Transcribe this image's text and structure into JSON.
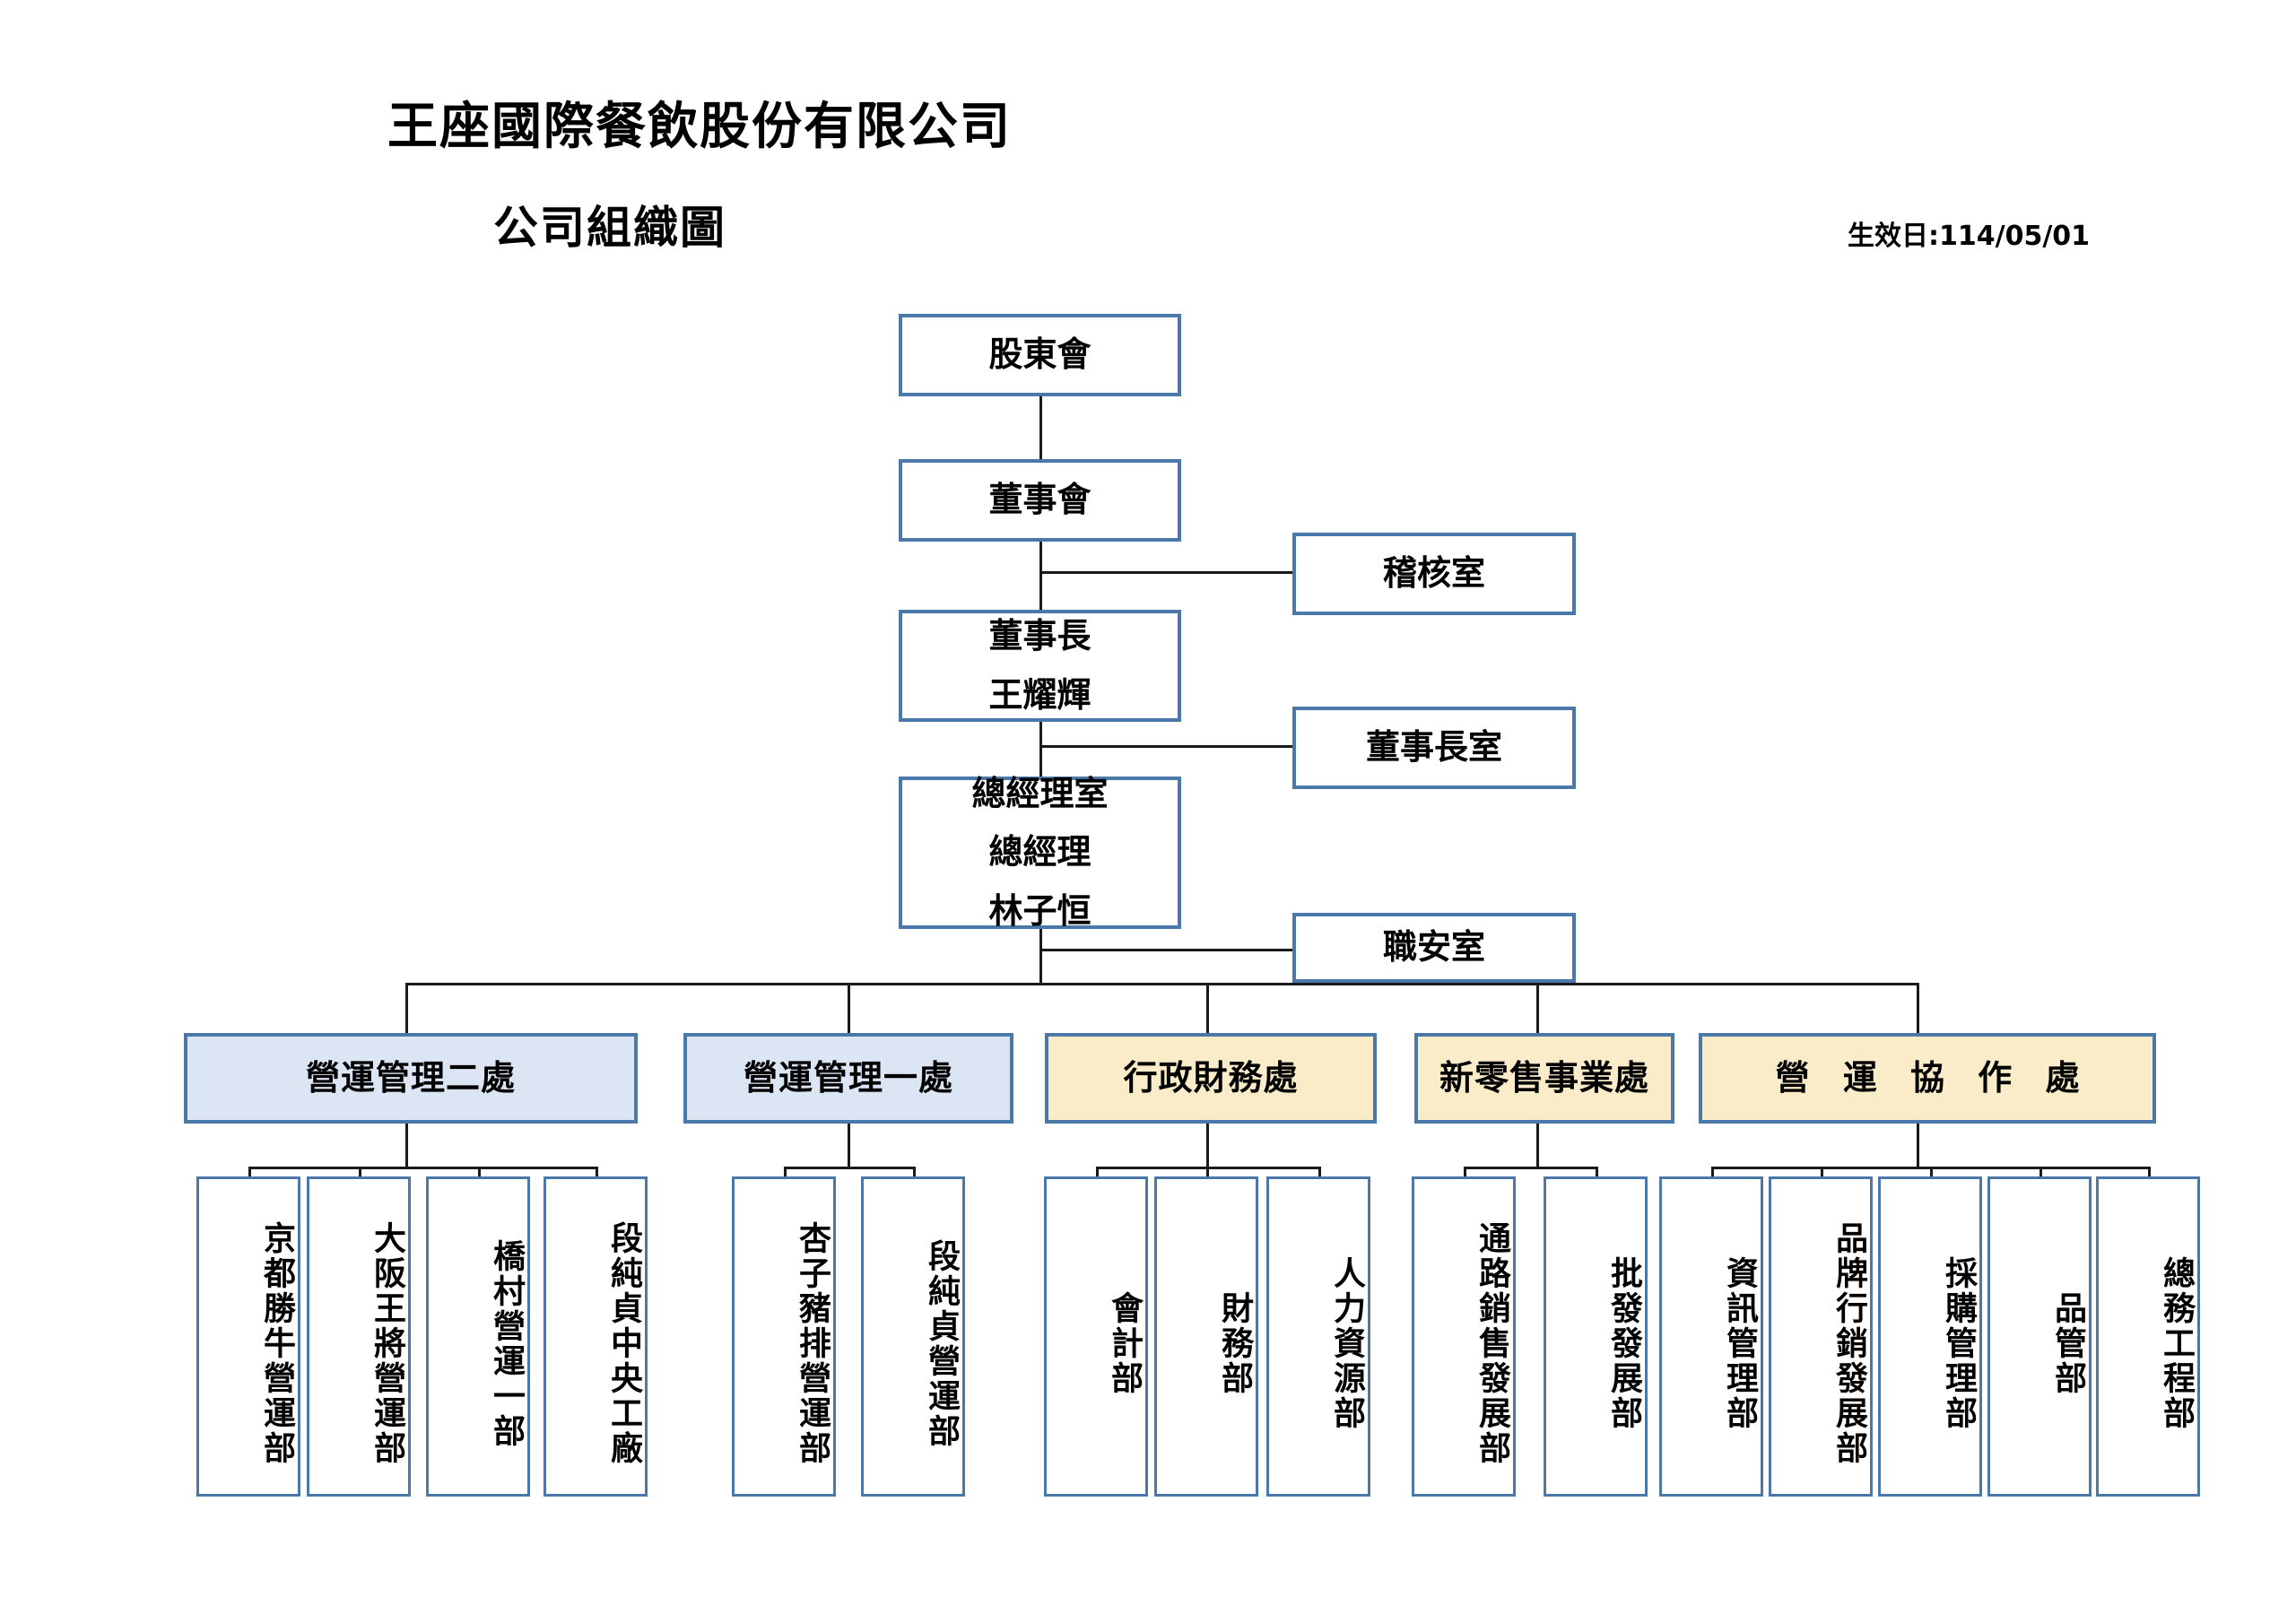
{
  "header": {
    "company": "王座國際餐飲股份有限公司",
    "doc_title": "公司組織圖",
    "effective_date": "生效日:114/05/01"
  },
  "colors": {
    "border": "#4a78a8",
    "division_blue": "#dbe5f4",
    "division_cream": "#fbecc9",
    "connector": "#1a1a1a",
    "text": "#000000"
  },
  "chart_data": {
    "type": "diagram",
    "title": "公司組織圖",
    "nodes": {
      "shareholders": "股東會",
      "board": "董事會",
      "audit_office": "稽核室",
      "chairman_title": "董事長",
      "chairman_name": "王耀輝",
      "chairman_office": "董事長室",
      "gm_office": "總經理室",
      "gm_title": "總經理",
      "gm_name": "林子恒",
      "safety_office": "職安室"
    },
    "divisions": [
      {
        "name": "營運管理二處",
        "color": "blue",
        "departments": [
          "京都勝牛營運部",
          "大阪王將營運部",
          "橋村營運一部",
          "段純貞中央工廠"
        ]
      },
      {
        "name": "營運管理一處",
        "color": "blue",
        "departments": [
          "杏子豬排營運部",
          "段純貞營運部"
        ]
      },
      {
        "name": "行政財務處",
        "color": "cream",
        "departments": [
          "會計部",
          "財務部",
          "人力資源部"
        ]
      },
      {
        "name": "新零售事業處",
        "color": "cream",
        "departments": [
          "通路銷售發展部",
          "批發發展部"
        ]
      },
      {
        "name": "營 運 協 作 處",
        "color": "cream",
        "departments": [
          "資訊管理部",
          "品牌行銷發展部",
          "採購管理部",
          "品管部",
          "總務工程部"
        ]
      }
    ]
  }
}
